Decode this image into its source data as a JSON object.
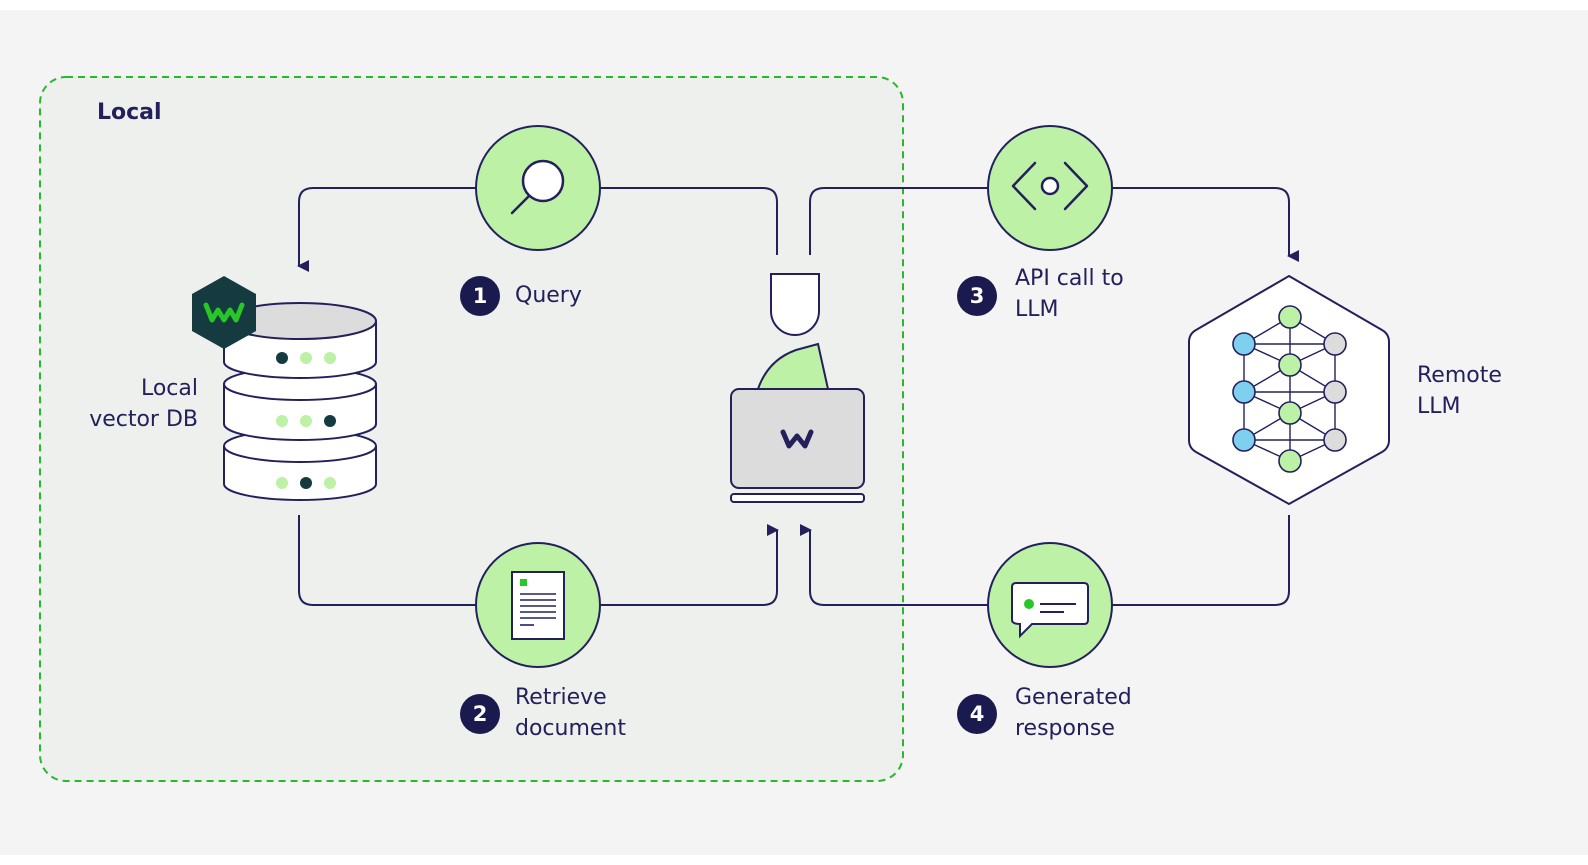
{
  "colors": {
    "page_bg": "#f4f4f4",
    "local_zone_bg": "#edf0ec",
    "local_zone_border": "#27b82b",
    "navy": "#23205c",
    "green_fill": "#bdf1a6",
    "brand_green": "#27c727",
    "dark_teal": "#153a3f",
    "blue_node": "#7fd0ef",
    "gray_node": "#dcdcdc",
    "white": "#ffffff"
  },
  "zones": {
    "local_label": "Local"
  },
  "nodes": {
    "db_label": "Local\nvector DB",
    "llm_label": "Remote\nLLM"
  },
  "steps": [
    {
      "number": "1",
      "label": "Query",
      "icon": "search-icon"
    },
    {
      "number": "2",
      "label": "Retrieve\ndocument",
      "icon": "document-icon"
    },
    {
      "number": "3",
      "label": "API call to\nLLM",
      "icon": "code-icon"
    },
    {
      "number": "4",
      "label": "Generated\nresponse",
      "icon": "chat-bubble-icon"
    }
  ]
}
